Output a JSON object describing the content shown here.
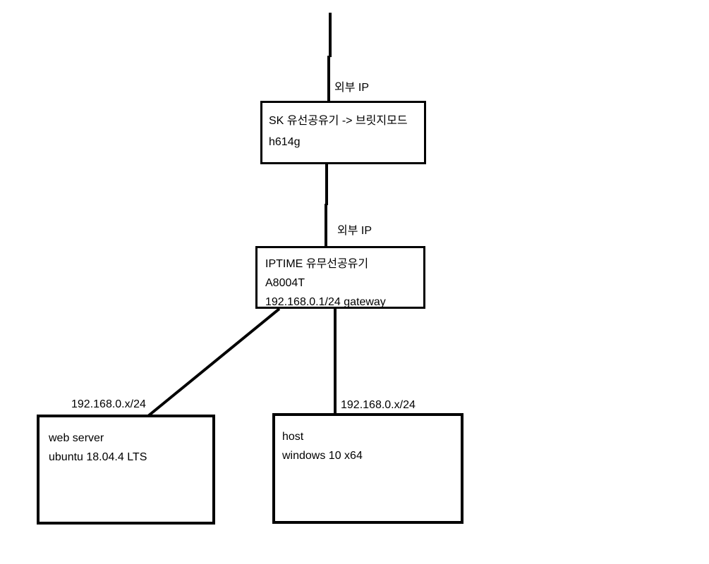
{
  "diagram": {
    "background_color": "#ffffff",
    "line_color": "#000000",
    "nodes": [
      {
        "id": "sk-router",
        "lines": [
          "SK 유선공유기 -> 브릿지모드",
          "h614g"
        ]
      },
      {
        "id": "iptime-router",
        "lines": [
          "IPTIME 유무선공유기",
          "A8004T",
          "192.168.0.1/24 gateway"
        ]
      },
      {
        "id": "web-server",
        "lines": [
          "web server",
          "ubuntu 18.04.4 LTS"
        ]
      },
      {
        "id": "host",
        "lines": [
          "host",
          "windows 10 x64"
        ]
      }
    ],
    "labels": [
      {
        "id": "wan-ip-top",
        "text": "외부 IP"
      },
      {
        "id": "wan-ip-mid",
        "text": "외부 IP"
      },
      {
        "id": "lan-ip-webserver",
        "text": "192.168.0.x/24"
      },
      {
        "id": "lan-ip-host",
        "text": "192.168.0.x/24"
      }
    ]
  }
}
